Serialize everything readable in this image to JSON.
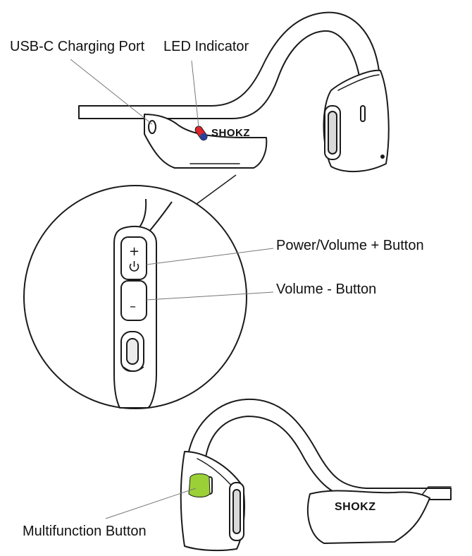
{
  "labels": {
    "usb_c": "USB-C Charging Port",
    "led": "LED Indicator",
    "power_volume_plus": "Power/Volume + Button",
    "volume_minus": "Volume - Button",
    "multifunction": "Multifunction Button"
  },
  "brand": {
    "logo_text": "SHOKZ"
  },
  "button_glyphs": {
    "plus": "+",
    "minus": "–"
  },
  "colors": {
    "stroke": "#1a1a1a",
    "leader": "#777777",
    "led_red": "#e0242b",
    "led_blue": "#2a3f9a",
    "multifunction_green": "#9bd136"
  }
}
